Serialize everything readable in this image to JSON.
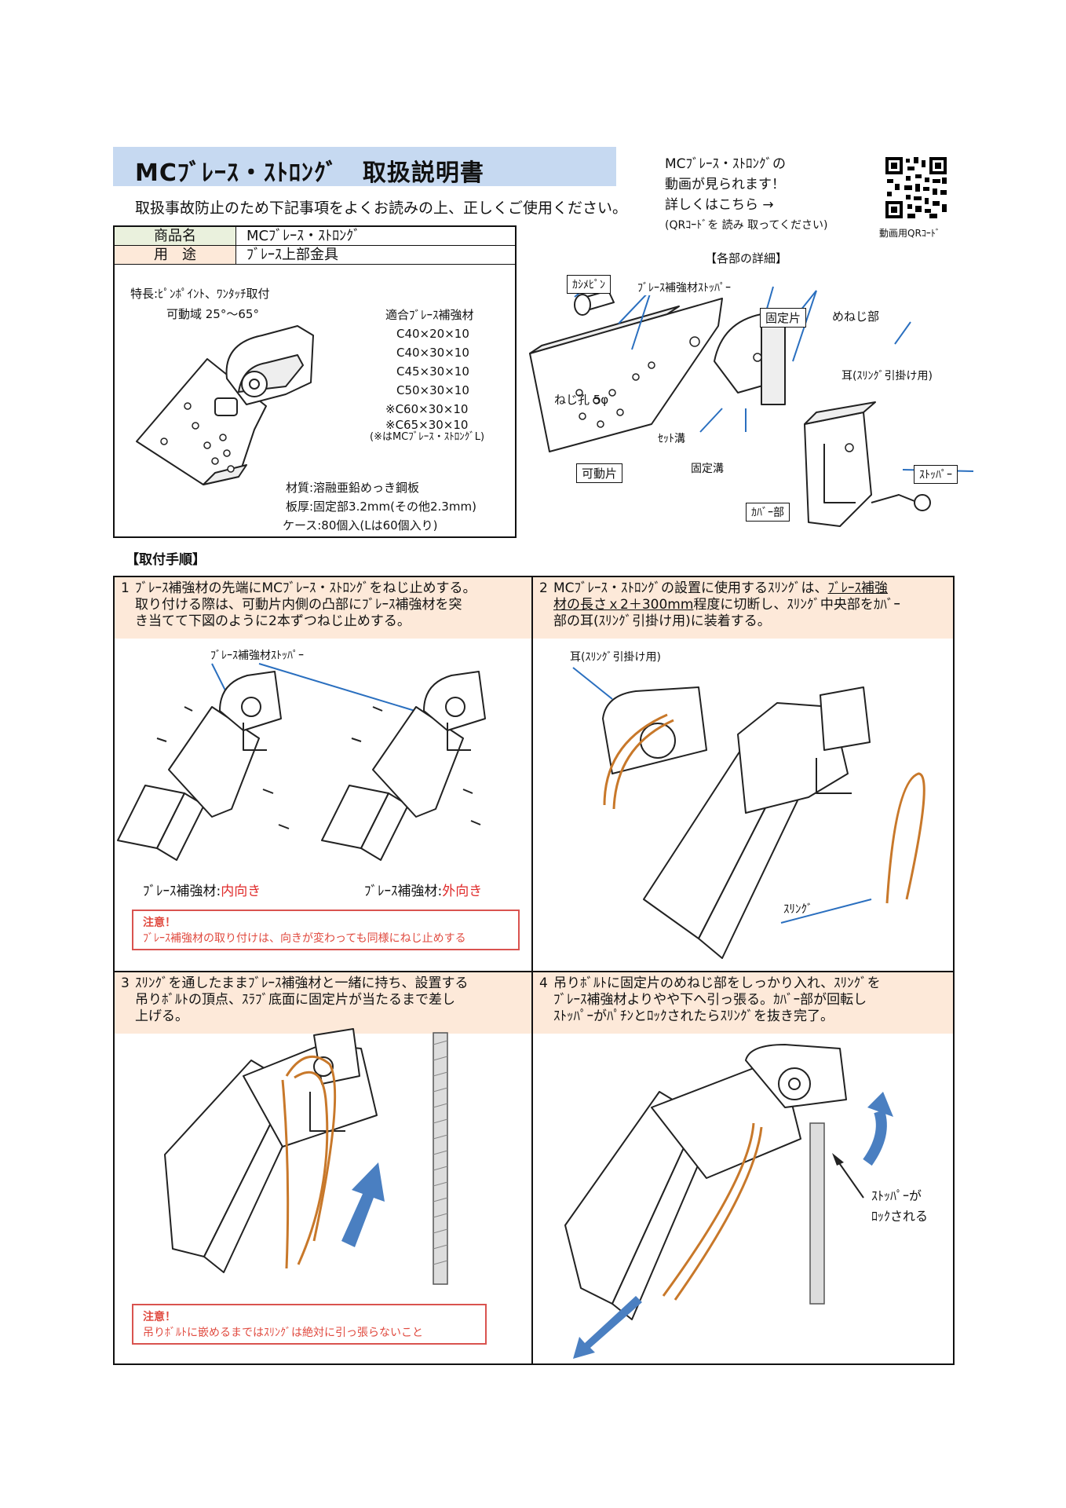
{
  "header": {
    "title": "MCﾌﾞﾚｰｽ・ｽﾄﾛﾝｸﾞ　取扱説明書",
    "subtitle": "取扱事故防止のため下記事項をよくお読みの上、正しくご使用ください。",
    "video_line1": "MCﾌﾞﾚｰｽ・ｽﾄﾛﾝｸﾞの",
    "video_line2": "動画が見られます！",
    "video_line3": "詳しくはこちら →",
    "video_line4": "(QRｺｰﾄﾞを 読み 取ってください)",
    "qr_label": "動画用QRｺｰﾄﾞ"
  },
  "product": {
    "name_key": "商品名",
    "name_val": "MCﾌﾞﾚｰｽ・ｽﾄﾛﾝｸﾞ",
    "use_key": "用　途",
    "use_val": "ﾌﾞﾚｰｽ上部金具",
    "feature1": "特長:ﾋﾟﾝﾎﾟｲﾝﾄ、ﾜﾝﾀｯﾁ取付",
    "feature2": "可動域 25°～65°",
    "compat_title": "適合ﾌﾞﾚｰｽ補強材",
    "compat": [
      "C40×20×10",
      "C40×30×10",
      "C45×30×10",
      "C50×30×10",
      "※C60×30×10",
      "※C65×30×10"
    ],
    "compat_note": "(※はMCﾌﾞﾚｰｽ・ｽﾄﾛﾝｸﾞL)",
    "material": "材質:溶融亜鉛めっき鋼板",
    "thickness": "板厚:固定部3.2mm(その他2.3mm)",
    "case": "ケース:80個入(Lは60個入り)"
  },
  "details": {
    "heading": "【各部の詳細】",
    "pin": "ｶｼﾒﾋﾟﾝ",
    "stopper_brace": "ﾌﾞﾚｰｽ補強材ｽﾄｯﾊﾟｰ",
    "fixed_piece": "固定片",
    "female_thread": "めねじ部",
    "ear": "耳(ｽﾘﾝｸﾞ引掛け用)",
    "screw_hole": "ねじ孔 5φ",
    "set_groove": "ｾｯﾄ溝",
    "fixed_groove": "固定溝",
    "movable": "可動片",
    "stopper": "ｽﾄｯﾊﾟｰ",
    "cover": "ｶﾊﾞｰ部"
  },
  "procedure": {
    "heading": "【取付手順】",
    "step1": {
      "num": "1",
      "text_a": "ﾌﾞﾚｰｽ補強材の先端にMCﾌﾞﾚｰｽ・ｽﾄﾛﾝｸﾞをねじ止めする。",
      "text_b": "取り付ける際は、可動片内側の凸部にﾌﾞﾚｰｽ補強材を突",
      "text_c": "き当てて下図のように2本ずつねじ止めする。",
      "callout": "ﾌﾞﾚｰｽ補強材ｽﾄｯﾊﾟｰ",
      "cap_left": "ﾌﾞﾚｰｽ補強材:",
      "cap_left_red": "内向き",
      "cap_right": "ﾌﾞﾚｰｽ補強材:",
      "cap_right_red": "外向き",
      "warn_title": "注意！",
      "warn_text": "ﾌﾞﾚｰｽ補強材の取り付けは、向きが変わっても同様にねじ止めする"
    },
    "step2": {
      "num": "2",
      "text_a": "MCﾌﾞﾚｰｽ・ｽﾄﾛﾝｸﾞの設置に使用するｽﾘﾝｸﾞは、",
      "text_a_u": "ﾌﾞﾚｰｽ補強",
      "text_b_u": "材の長さｘ2＋300mm",
      "text_b": "程度に切断し、ｽﾘﾝｸﾞ中央部をｶﾊﾞｰ",
      "text_c": "部の耳(ｽﾘﾝｸﾞ引掛け用)に装着する。",
      "callout_ear": "耳(ｽﾘﾝｸﾞ引掛け用)",
      "callout_sling": "ｽﾘﾝｸﾞ"
    },
    "step3": {
      "num": "3",
      "text_a": "ｽﾘﾝｸﾞを通したままﾌﾞﾚｰｽ補強材と一緒に持ち、設置する",
      "text_b": "吊りﾎﾞﾙﾄの頂点、ｽﾗﾌﾞ底面に固定片が当たるまで差し",
      "text_c": "上げる。",
      "warn_title": "注意！",
      "warn_text": "吊りﾎﾞﾙﾄに嵌めるまではｽﾘﾝｸﾞは絶対に引っ張らないこと"
    },
    "step4": {
      "num": "4",
      "text_a": "吊りﾎﾞﾙﾄに固定片のめねじ部をしっかり入れ、ｽﾘﾝｸﾞを",
      "text_b": "ﾌﾞﾚｰｽ補強材よりやや下へ引っ張る。ｶﾊﾞｰ部が回転し",
      "text_c": "ｽﾄｯﾊﾟｰがﾊﾟﾁﾝとﾛｯｸされたらｽﾘﾝｸﾞを抜き完了。",
      "callout_lock_a": "ｽﾄｯﾊﾟｰが",
      "callout_lock_b": "ﾛｯｸされる"
    }
  },
  "colors": {
    "title_bg": "#c6d9f1",
    "step_head_bg": "#fde9d9",
    "arrow_blue": "#4a7fc1",
    "sling": "#c8782a",
    "warn_red": "#e04a3f"
  }
}
